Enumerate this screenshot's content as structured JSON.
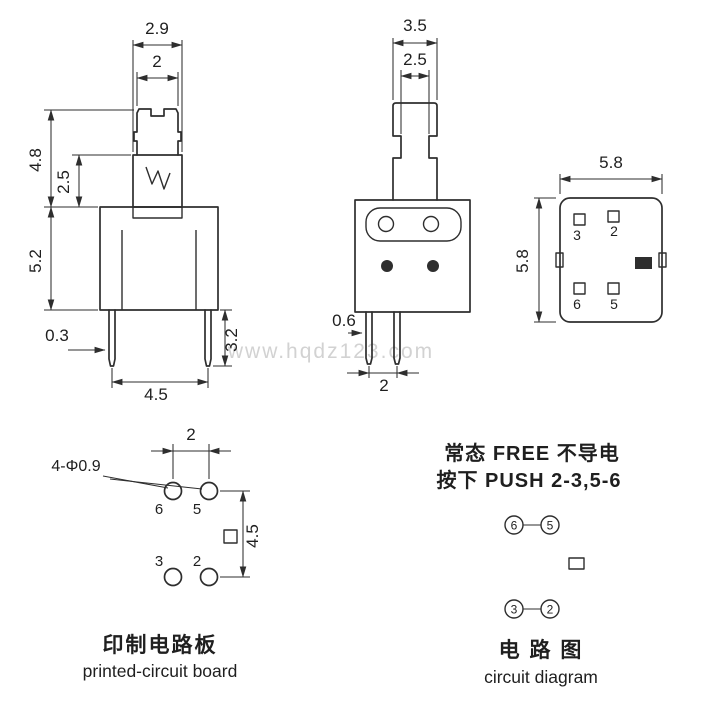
{
  "watermark": {
    "text": "www.hqdz123.com"
  },
  "front_view": {
    "dims": {
      "cap_width_outer": "2.9",
      "cap_width_inner": "2",
      "height_upper": "4.8",
      "height_mid": "2.5",
      "height_body": "5.2",
      "pin_width": "0.3",
      "pin_length": "3.2",
      "pin_pitch": "4.5"
    }
  },
  "side_view": {
    "dims": {
      "cap_width_outer": "3.5",
      "cap_width_inner": "2.5",
      "pin_width": "0.6",
      "pin_pitch": "2"
    }
  },
  "top_view": {
    "dims": {
      "width": "5.8",
      "height": "5.8"
    },
    "pins": {
      "p3": "3",
      "p2": "2",
      "p6": "6",
      "p5": "5"
    }
  },
  "pcb_view": {
    "hole_callout": "4-Φ0.9",
    "dims": {
      "hole_pitch_x": "2",
      "hole_pitch_y": "4.5"
    },
    "pins": {
      "p6": "6",
      "p5": "5",
      "p3": "3",
      "p2": "2"
    },
    "caption_cn": "印制电路板",
    "caption_en": "printed-circuit board"
  },
  "circuit_view": {
    "note_line1": "常态 FREE 不导电",
    "note_line2": "按下 PUSH 2-3,5-6",
    "pins": {
      "p6": "6",
      "p5": "5",
      "p3": "3",
      "p2": "2"
    },
    "caption_cn": "电 路 图",
    "caption_en": "circuit diagram"
  }
}
